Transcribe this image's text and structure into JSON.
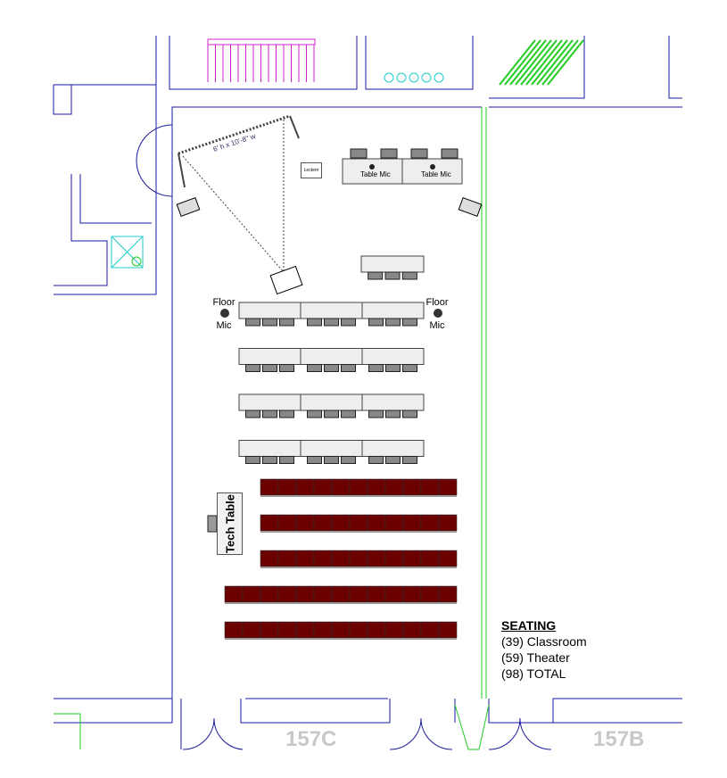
{
  "screen_label": "6' h x 10'-8\" w",
  "lectern_label": "Lectern",
  "table_mic_label": "Table Mic",
  "floor_mic_label": [
    "Floor",
    "Mic"
  ],
  "tech_table_label": "Tech Table",
  "seating": {
    "heading": "SEATING",
    "lines": [
      "(39) Classroom",
      "(59) Theater",
      "(98) TOTAL"
    ]
  },
  "rooms": [
    "157C",
    "157B"
  ],
  "classroom_rows": 4,
  "classroom_tables_per_row": 3,
  "chairs_per_table": 3,
  "theater_rows": [
    11,
    11,
    11,
    13,
    13
  ],
  "colors": {
    "wall": "#1a1aa0",
    "green": "#22cc22",
    "seat": "#6b0000",
    "door": "#1a1aa0",
    "cyan": "#22cccc",
    "magenta": "#cc22cc"
  }
}
